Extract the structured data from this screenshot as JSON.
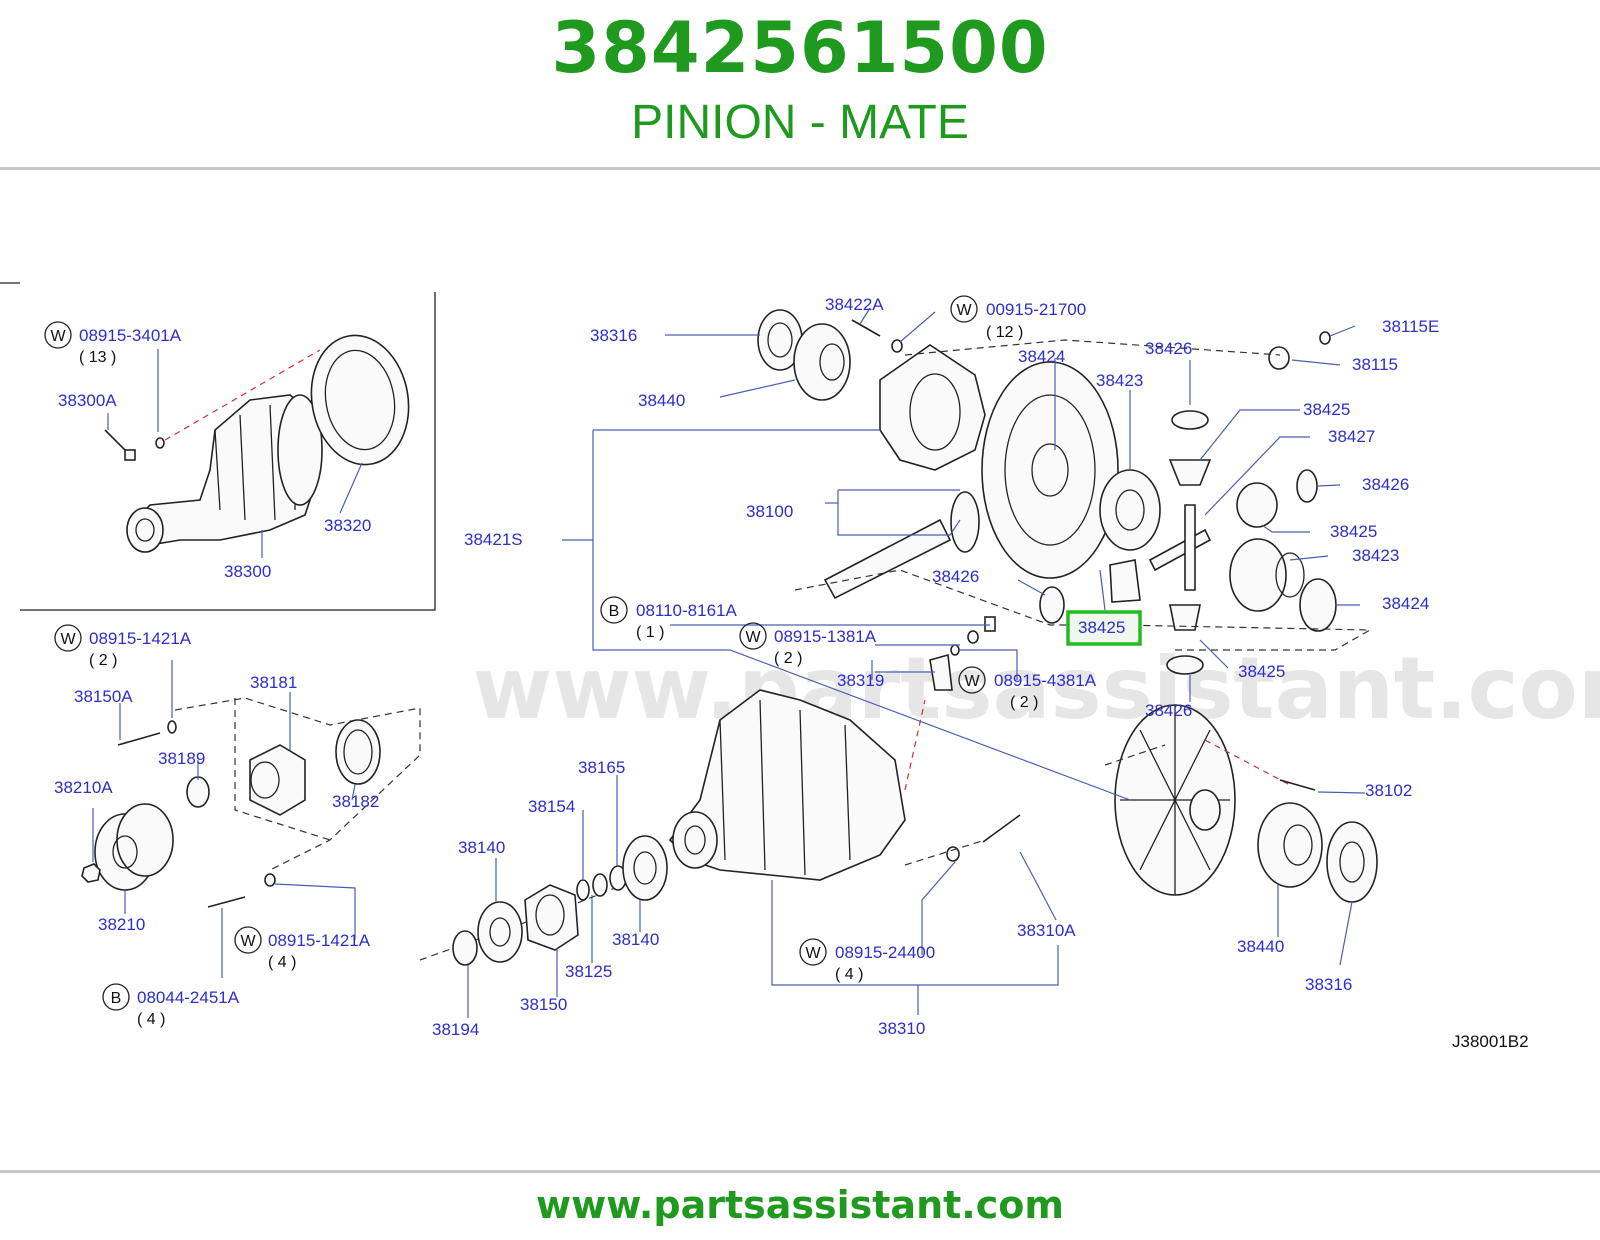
{
  "header": {
    "part_number": "3842561500",
    "part_name": "PINION - MATE"
  },
  "footer": {
    "url": "www.partsassistant.com"
  },
  "watermark": "www.partsassistant.com",
  "diagram_code": "J38001B2",
  "colors": {
    "title_green": "#1f9a1f",
    "label_blue": "#2e2ec8",
    "highlight_green": "#22bb22"
  },
  "labels": [
    {
      "id": "l1",
      "text": "08915-3401A",
      "prefix": "W",
      "qty": "( 13 )"
    },
    {
      "id": "l2",
      "text": "38300A"
    },
    {
      "id": "l3",
      "text": "38320"
    },
    {
      "id": "l4",
      "text": "38300"
    },
    {
      "id": "l5",
      "text": "38316"
    },
    {
      "id": "l6",
      "text": "38422A"
    },
    {
      "id": "l7",
      "text": "00915-21700",
      "prefix": "W",
      "qty": "( 12 )"
    },
    {
      "id": "l8",
      "text": "38440"
    },
    {
      "id": "l9",
      "text": "38424"
    },
    {
      "id": "l10",
      "text": "38426"
    },
    {
      "id": "l11",
      "text": "38115E"
    },
    {
      "id": "l12",
      "text": "38423"
    },
    {
      "id": "l13",
      "text": "38115"
    },
    {
      "id": "l14",
      "text": "38425"
    },
    {
      "id": "l15",
      "text": "38427"
    },
    {
      "id": "l16",
      "text": "38426"
    },
    {
      "id": "l17",
      "text": "38100"
    },
    {
      "id": "l18",
      "text": "38421S"
    },
    {
      "id": "l19",
      "text": "38425"
    },
    {
      "id": "l20",
      "text": "38423"
    },
    {
      "id": "l21",
      "text": "38426"
    },
    {
      "id": "l22",
      "text": "38424"
    },
    {
      "id": "l23",
      "text": "08110-8161A",
      "prefix": "B",
      "qty": "( 1 )"
    },
    {
      "id": "l24",
      "text": "38425",
      "highlight": true
    },
    {
      "id": "l25",
      "text": "08915-1381A",
      "prefix": "W",
      "qty": "( 2 )"
    },
    {
      "id": "l26",
      "text": "38425"
    },
    {
      "id": "l27",
      "text": "38319"
    },
    {
      "id": "l28",
      "text": "08915-4381A",
      "prefix": "W",
      "qty": "( 2 )"
    },
    {
      "id": "l29",
      "text": "38426"
    },
    {
      "id": "l30",
      "text": "08915-1421A",
      "prefix": "W",
      "qty": "( 2 )"
    },
    {
      "id": "l31",
      "text": "38181"
    },
    {
      "id": "l32",
      "text": "38150A"
    },
    {
      "id": "l33",
      "text": "38189"
    },
    {
      "id": "l34",
      "text": "38182"
    },
    {
      "id": "l35",
      "text": "38210A"
    },
    {
      "id": "l36",
      "text": "38165"
    },
    {
      "id": "l37",
      "text": "38154"
    },
    {
      "id": "l38",
      "text": "38102"
    },
    {
      "id": "l39",
      "text": "38140"
    },
    {
      "id": "l40",
      "text": "38210"
    },
    {
      "id": "l41",
      "text": "08915-1421A",
      "prefix": "W",
      "qty": "( 4 )"
    },
    {
      "id": "l42",
      "text": "38140"
    },
    {
      "id": "l43",
      "text": "38125"
    },
    {
      "id": "l44",
      "text": "38310A"
    },
    {
      "id": "l45",
      "text": "38440"
    },
    {
      "id": "l46",
      "text": "08915-24400",
      "prefix": "W",
      "qty": "( 4 )"
    },
    {
      "id": "l47",
      "text": "08044-2451A",
      "prefix": "B",
      "qty": "( 4 )"
    },
    {
      "id": "l48",
      "text": "38150"
    },
    {
      "id": "l49",
      "text": "38316"
    },
    {
      "id": "l50",
      "text": "38194"
    },
    {
      "id": "l51",
      "text": "38310"
    }
  ]
}
